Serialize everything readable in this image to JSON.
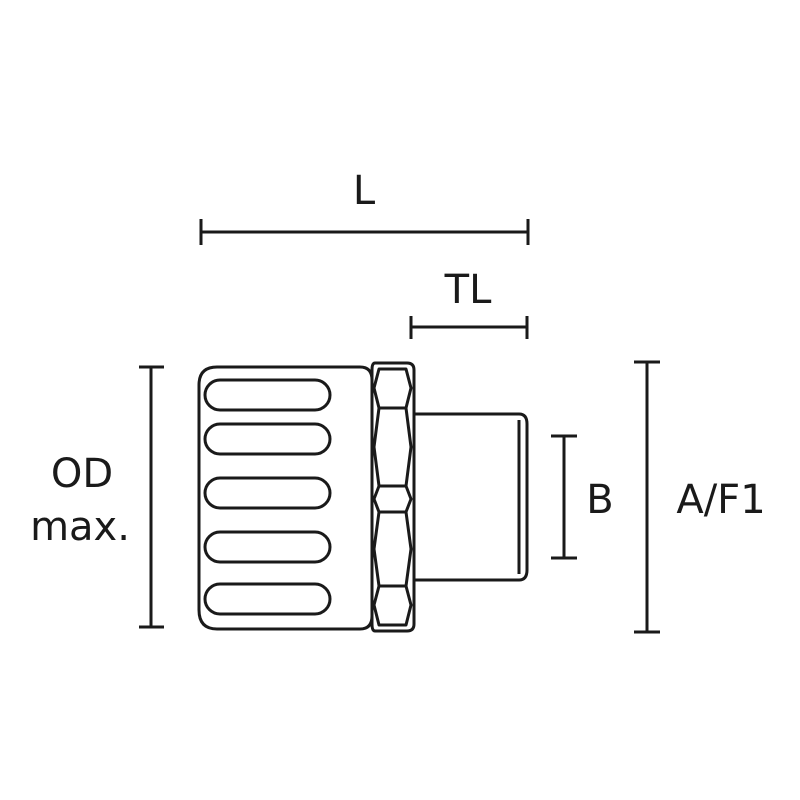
{
  "dimensions": {
    "length_label": "L",
    "thread_length_label": "TL",
    "outer_diameter_label_line1": "OD",
    "outer_diameter_label_line2": "max.",
    "bore_label": "B",
    "across_flats_label": "A/F1"
  },
  "colors": {
    "line": "#1a1a1a",
    "background": "#ffffff"
  }
}
